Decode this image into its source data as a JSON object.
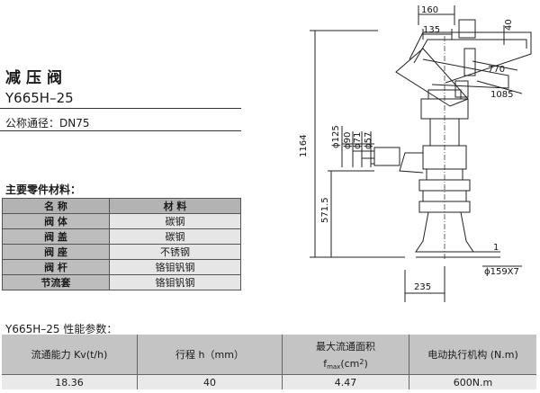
{
  "header": {
    "title": "减压阀",
    "model": "Y665H–25",
    "nominal_diameter": "公称通径：DN75"
  },
  "materials": {
    "section_title": "主要零件材料：",
    "columns": [
      "名 称",
      "材 料"
    ],
    "rows": [
      {
        "name": "阀 体",
        "material": "碳钢"
      },
      {
        "name": "阀 盖",
        "material": "碳钢"
      },
      {
        "name": "阀 座",
        "material": "不锈钢"
      },
      {
        "name": "阀 杆",
        "material": "铬钼钒钢"
      },
      {
        "name": "节流套",
        "material": "铬钼钒钢"
      }
    ]
  },
  "performance": {
    "section_title": "Y665H–25 性能参数：",
    "headers": {
      "kv": "流通能力 Kv(t/h)",
      "stroke": "行程 h（mm）",
      "area_line1": "最大流通面积",
      "area_f": "f",
      "area_sub": "max",
      "area_unit": "(cm",
      "area_sup": "2",
      "area_close": ")",
      "actuator": "电动执行机构 (N.m)"
    },
    "values": {
      "kv": "18.36",
      "stroke": "40",
      "area": "4.47",
      "actuator": "600N.m"
    }
  },
  "drawing": {
    "dims": {
      "d160": "160",
      "d135": "135",
      "d40": "40",
      "d770": "770",
      "d1085": "1085",
      "d1164": "1164",
      "d5715": "571.5",
      "phi125": "ϕ125",
      "phi90": "ϕ90",
      "phi71": "ϕ71",
      "phi57": "ϕ57",
      "d1": "1",
      "phi159": "ϕ159X7",
      "d235": "235"
    }
  }
}
